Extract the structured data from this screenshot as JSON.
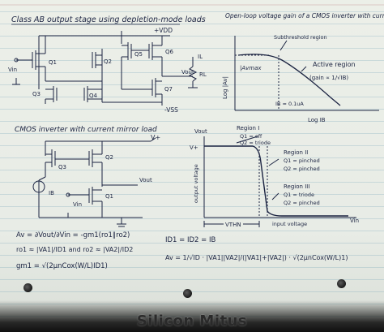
{
  "sections": {
    "class_ab": {
      "title": "Class AB output stage using depletion-mode loads",
      "labels": {
        "vdd": "+VDD",
        "vss": "-VSS",
        "vin": "Vin",
        "vout": "Vout",
        "il": "IL",
        "rl": "RL",
        "q1": "Q1",
        "q2": "Q2",
        "q3": "Q3",
        "q4": "Q4",
        "q5": "Q5",
        "q6": "Q6",
        "q7": "Q7"
      }
    },
    "gain_plot": {
      "title": "Open-loop voltage gain of a CMOS inverter with current mirror load",
      "ylabel": "Log |Av|",
      "xlabel": "Log IB",
      "subthreshold": "Subthreshold region",
      "active": "Active region",
      "gain_expr": "(gain ∝ 1/√IB)",
      "avmax": "|Avmax",
      "ib_point": "IB ≈ 0.1uA"
    },
    "cmos_inverter": {
      "title": "CMOS inverter with current mirror load",
      "vplus": "V+",
      "vout": "Vout",
      "vin": "Vin",
      "ib": "IB",
      "q1": "Q1",
      "q2": "Q2",
      "q3": "Q3"
    },
    "equations": {
      "av": "Av = ∂Vout/∂Vin = -gm1(ro1∥ro2)",
      "ro": "ro1 ≈ |VA1|/ID1 and ro2 ≈ |VA2|/ID2",
      "gm": "gm1 = √(2μnCox(W/L)ID1)",
      "id": "ID1 = ID2 = IB",
      "av2": "Av = 1/√ID · |VA1||VA2|/(|VA1|+|VA2|) · √(2μnCox(W/L)1)"
    },
    "transfer": {
      "vout_label": "Vout",
      "vplus": "V+",
      "ylabel": "output voltage",
      "xlabel": "input voltage",
      "vin_label": "Vin",
      "vthn": "VTHN",
      "region1": "Region I",
      "r1_q1": "Q1 = off",
      "r1_q2": "Q2 = triode",
      "region2": "Region II",
      "r2_q1": "Q1 = pinched",
      "r2_q2": "Q2 = pinched",
      "region3": "Region III",
      "r3_q1": "Q1 = triode",
      "r3_q2": "Q2 = pinched"
    }
  },
  "watermark": "Silicon Mitus",
  "colors": {
    "ink": "#1c2442",
    "paper": "#e9ede7",
    "rule_lines": "#7fb4c8"
  }
}
